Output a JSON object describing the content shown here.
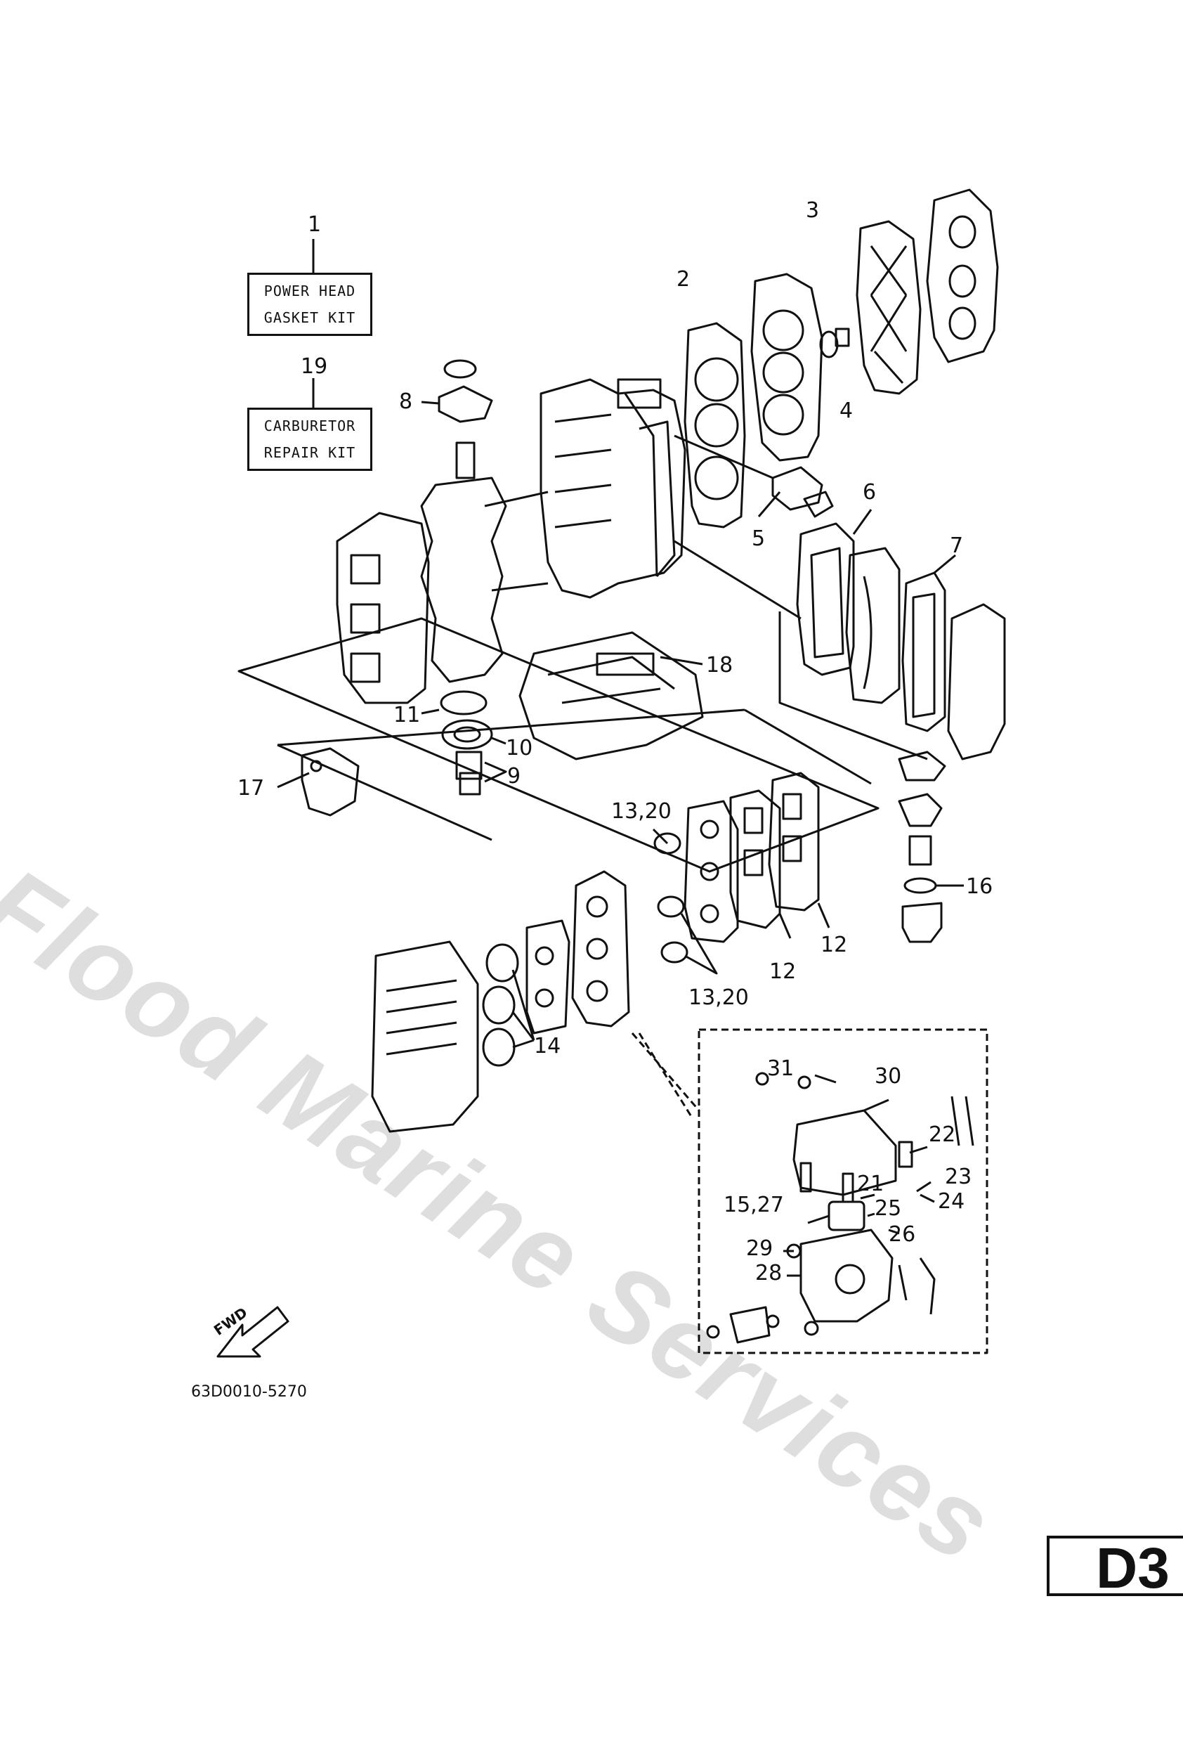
{
  "watermark": "Flood Marine Services",
  "kits": [
    {
      "number": "1",
      "line1": "POWER HEAD",
      "line2": "GASKET KIT"
    },
    {
      "number": "19",
      "line1": "CARBURETOR",
      "line2": "REPAIR KIT"
    }
  ],
  "callouts": {
    "c2": "2",
    "c3": "3",
    "c4": "4",
    "c5": "5",
    "c6": "6",
    "c7": "7",
    "c8": "8",
    "c9": "9",
    "c10": "10",
    "c11": "11",
    "c12a": "12",
    "c12b": "12",
    "c13a": "13,20",
    "c13b": "13,20",
    "c14": "14",
    "c1527": "15,27",
    "c16": "16",
    "c17": "17",
    "c18": "18",
    "c21": "21",
    "c22": "22",
    "c23": "23",
    "c24": "24",
    "c25": "25",
    "c26": "26",
    "c28": "28",
    "c29": "29",
    "c30": "30",
    "c31": "31"
  },
  "fwd_label": "FWD",
  "diagram_id": "63D0010-5270",
  "page_code": "D3"
}
